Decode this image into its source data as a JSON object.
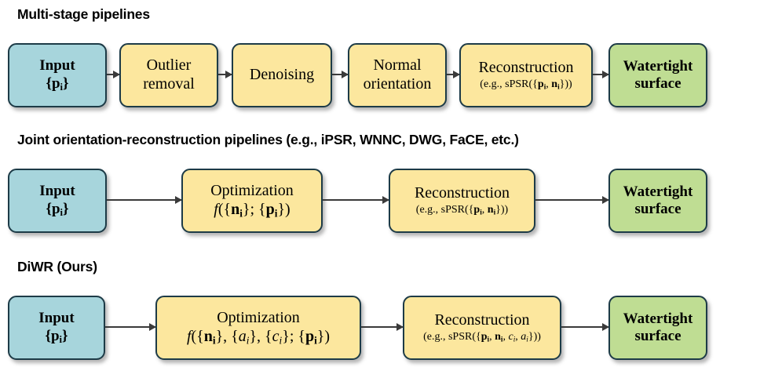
{
  "sections": [
    {
      "title": "Multi-stage pipelines",
      "nodes": [
        {
          "name": "input",
          "color": "blue",
          "style": "strong",
          "line1": "Input",
          "line2": "{p_i}",
          "sub": ""
        },
        {
          "name": "outlier-removal",
          "color": "yellow",
          "style": "plain",
          "line1": "Outlier",
          "line2": "removal",
          "sub": ""
        },
        {
          "name": "denoising",
          "color": "yellow",
          "style": "plain",
          "line1": "Denoising",
          "line2": "",
          "sub": ""
        },
        {
          "name": "normal-orientation",
          "color": "yellow",
          "style": "plain",
          "line1": "Normal",
          "line2": "orientation",
          "sub": ""
        },
        {
          "name": "reconstruction",
          "color": "yellow",
          "style": "plain",
          "line1": "Reconstruction",
          "line2": "",
          "sub": "(e.g., sPSR({p_i, n_i}))"
        },
        {
          "name": "watertight-surface",
          "color": "green",
          "style": "strong",
          "line1": "Watertight",
          "line2": "surface",
          "sub": ""
        }
      ]
    },
    {
      "title": "Joint orientation-reconstruction pipelines (e.g., iPSR, WNNC, DWG, FaCE, etc.)",
      "nodes": [
        {
          "name": "input",
          "color": "blue",
          "style": "strong",
          "line1": "Input",
          "line2": "{p_i}",
          "sub": ""
        },
        {
          "name": "optimization",
          "color": "yellow",
          "style": "plain",
          "line1": "Optimization",
          "line2": "f({n_i}; {p_i})",
          "sub": ""
        },
        {
          "name": "reconstruction",
          "color": "yellow",
          "style": "plain",
          "line1": "Reconstruction",
          "line2": "",
          "sub": "(e.g., sPSR({p_i, n_i}))"
        },
        {
          "name": "watertight-surface",
          "color": "green",
          "style": "strong",
          "line1": "Watertight",
          "line2": "surface",
          "sub": ""
        }
      ]
    },
    {
      "title": "DiWR (Ours)",
      "nodes": [
        {
          "name": "input",
          "color": "blue",
          "style": "strong",
          "line1": "Input",
          "line2": "{p_i}",
          "sub": ""
        },
        {
          "name": "optimization",
          "color": "yellow",
          "style": "plain",
          "line1": "Optimization",
          "line2": "f({n_i}, {a_i}, {c_i}; {p_i})",
          "sub": ""
        },
        {
          "name": "reconstruction",
          "color": "yellow",
          "style": "plain",
          "line1": "Reconstruction",
          "line2": "",
          "sub": "(e.g., sPSR({p_i, n_i, c_i, a_i}))"
        },
        {
          "name": "watertight-surface",
          "color": "green",
          "style": "strong",
          "line1": "Watertight",
          "line2": "surface",
          "sub": ""
        }
      ]
    }
  ],
  "colors": {
    "input_fill": "#a7d5dc",
    "process_fill": "#fce79e",
    "output_fill": "#bfdd93",
    "border": "#1d3b47",
    "arrow": "#3a3a3a",
    "text": "#000000",
    "background": "#ffffff"
  }
}
